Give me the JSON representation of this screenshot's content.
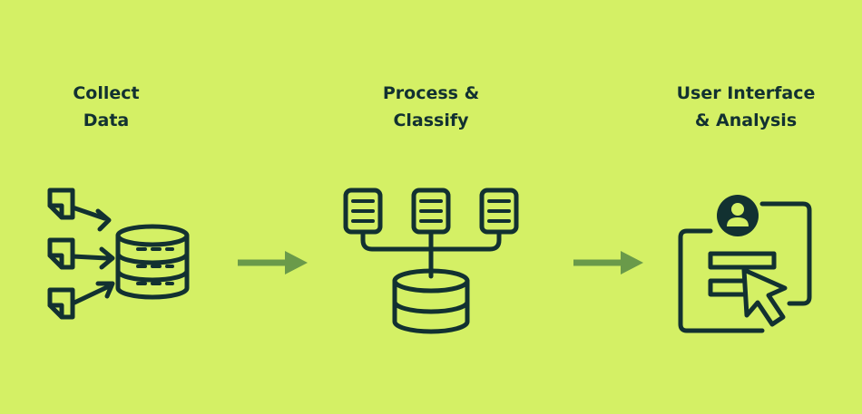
{
  "stages": [
    {
      "label": "Collect\nData",
      "icon": "files-to-database-icon"
    },
    {
      "label": "Process &\nClassify",
      "icon": "servers-to-database-icon"
    },
    {
      "label": "User Interface\n& Analysis",
      "icon": "user-dashboard-cursor-icon"
    }
  ],
  "colors": {
    "background": "#d4f065",
    "ink": "#123131",
    "arrow": "#6a9a4a"
  }
}
